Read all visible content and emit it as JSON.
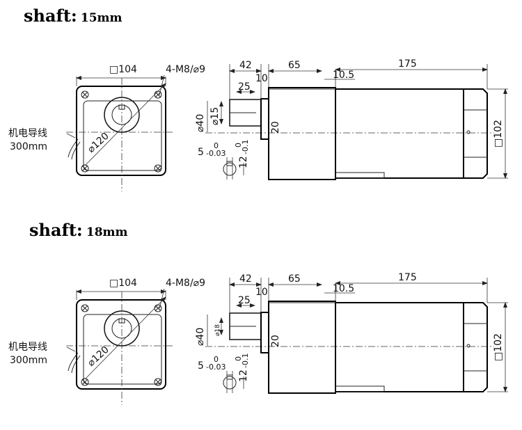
{
  "sections": [
    {
      "label": "shaft:",
      "size": "15mm",
      "dims": {
        "flange": "□104",
        "holes": "4-M8/⌀9",
        "wire_label": "机电导线",
        "wire_length": "300mm",
        "bolt_circle": "⌀120",
        "len_42": "42",
        "len_10": "10",
        "len_25": "25",
        "len_65": "65",
        "len_10_5": "10.5",
        "len_175": "175",
        "dia_40": "⌀40",
        "dia_shaft": "⌀15",
        "len_20": "20",
        "key_width": "5",
        "key_width_tol_top": "0",
        "key_width_tol_bottom": "-0.03",
        "key_depth": "12",
        "key_depth_tol_top": "0",
        "key_depth_tol_bottom": "-0.1",
        "body_square": "□102"
      }
    },
    {
      "label": "shaft:",
      "size": "18mm",
      "dims": {
        "flange": "□104",
        "holes": "4-M8/⌀9",
        "wire_label": "机电导线",
        "wire_length": "300mm",
        "bolt_circle": "⌀120",
        "len_42": "42",
        "len_10": "10",
        "len_25": "25",
        "len_65": "65",
        "len_10_5": "10.5",
        "len_175": "175",
        "dia_40": "⌀40",
        "dia_shaft": "⌀18",
        "len_20": "20",
        "key_width": "5",
        "key_width_tol_top": "0",
        "key_width_tol_bottom": "-0.03",
        "key_depth": "12",
        "key_depth_tol_top": "0",
        "key_depth_tol_bottom": "-0.1",
        "body_square": "□102"
      }
    }
  ]
}
